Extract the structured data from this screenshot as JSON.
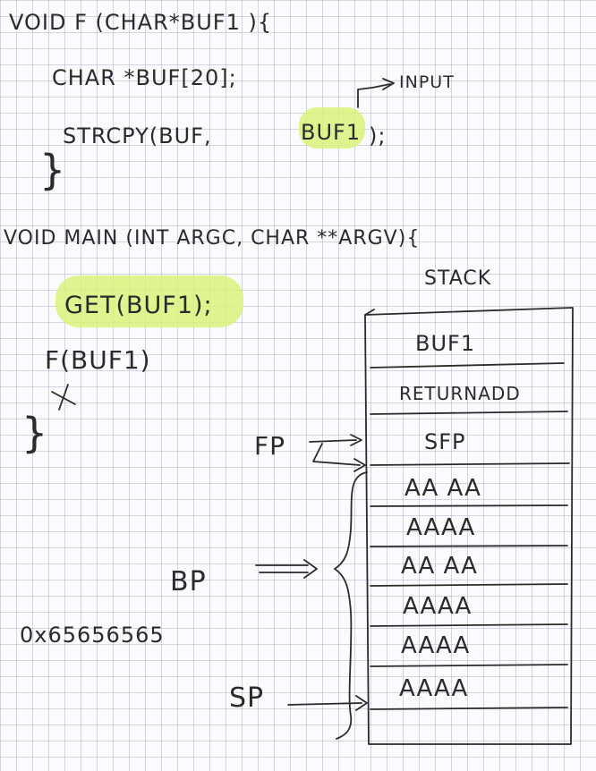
{
  "code": {
    "func_signature": "VOID F (CHAR*BUF1 ){",
    "declaration": "CHAR *BUF[20];",
    "strcpy_prefix": "STRCPY(BUF,",
    "strcpy_arg": "BUF1",
    "strcpy_suffix": ");",
    "input_label": "INPUT",
    "main_signature": "VOID MAIN (INT ARGC, CHAR **ARGV){",
    "get_call": "GET(BUF1);",
    "f_call": "F(BUF1)",
    "address": "0x65656565"
  },
  "stack": {
    "title": "STACK",
    "cells": [
      "BUF1",
      "RETURNADD",
      "SFP",
      "AA AA",
      "AAAA",
      "AA AA",
      "AAAA",
      "AAAA",
      "AAAA"
    ]
  },
  "pointers": {
    "fp": "FP",
    "bp": "BP",
    "sp": "SP"
  },
  "colors": {
    "ink": "#2b2b2b",
    "highlight": "#d9f27a",
    "grid": "#969bb9"
  }
}
